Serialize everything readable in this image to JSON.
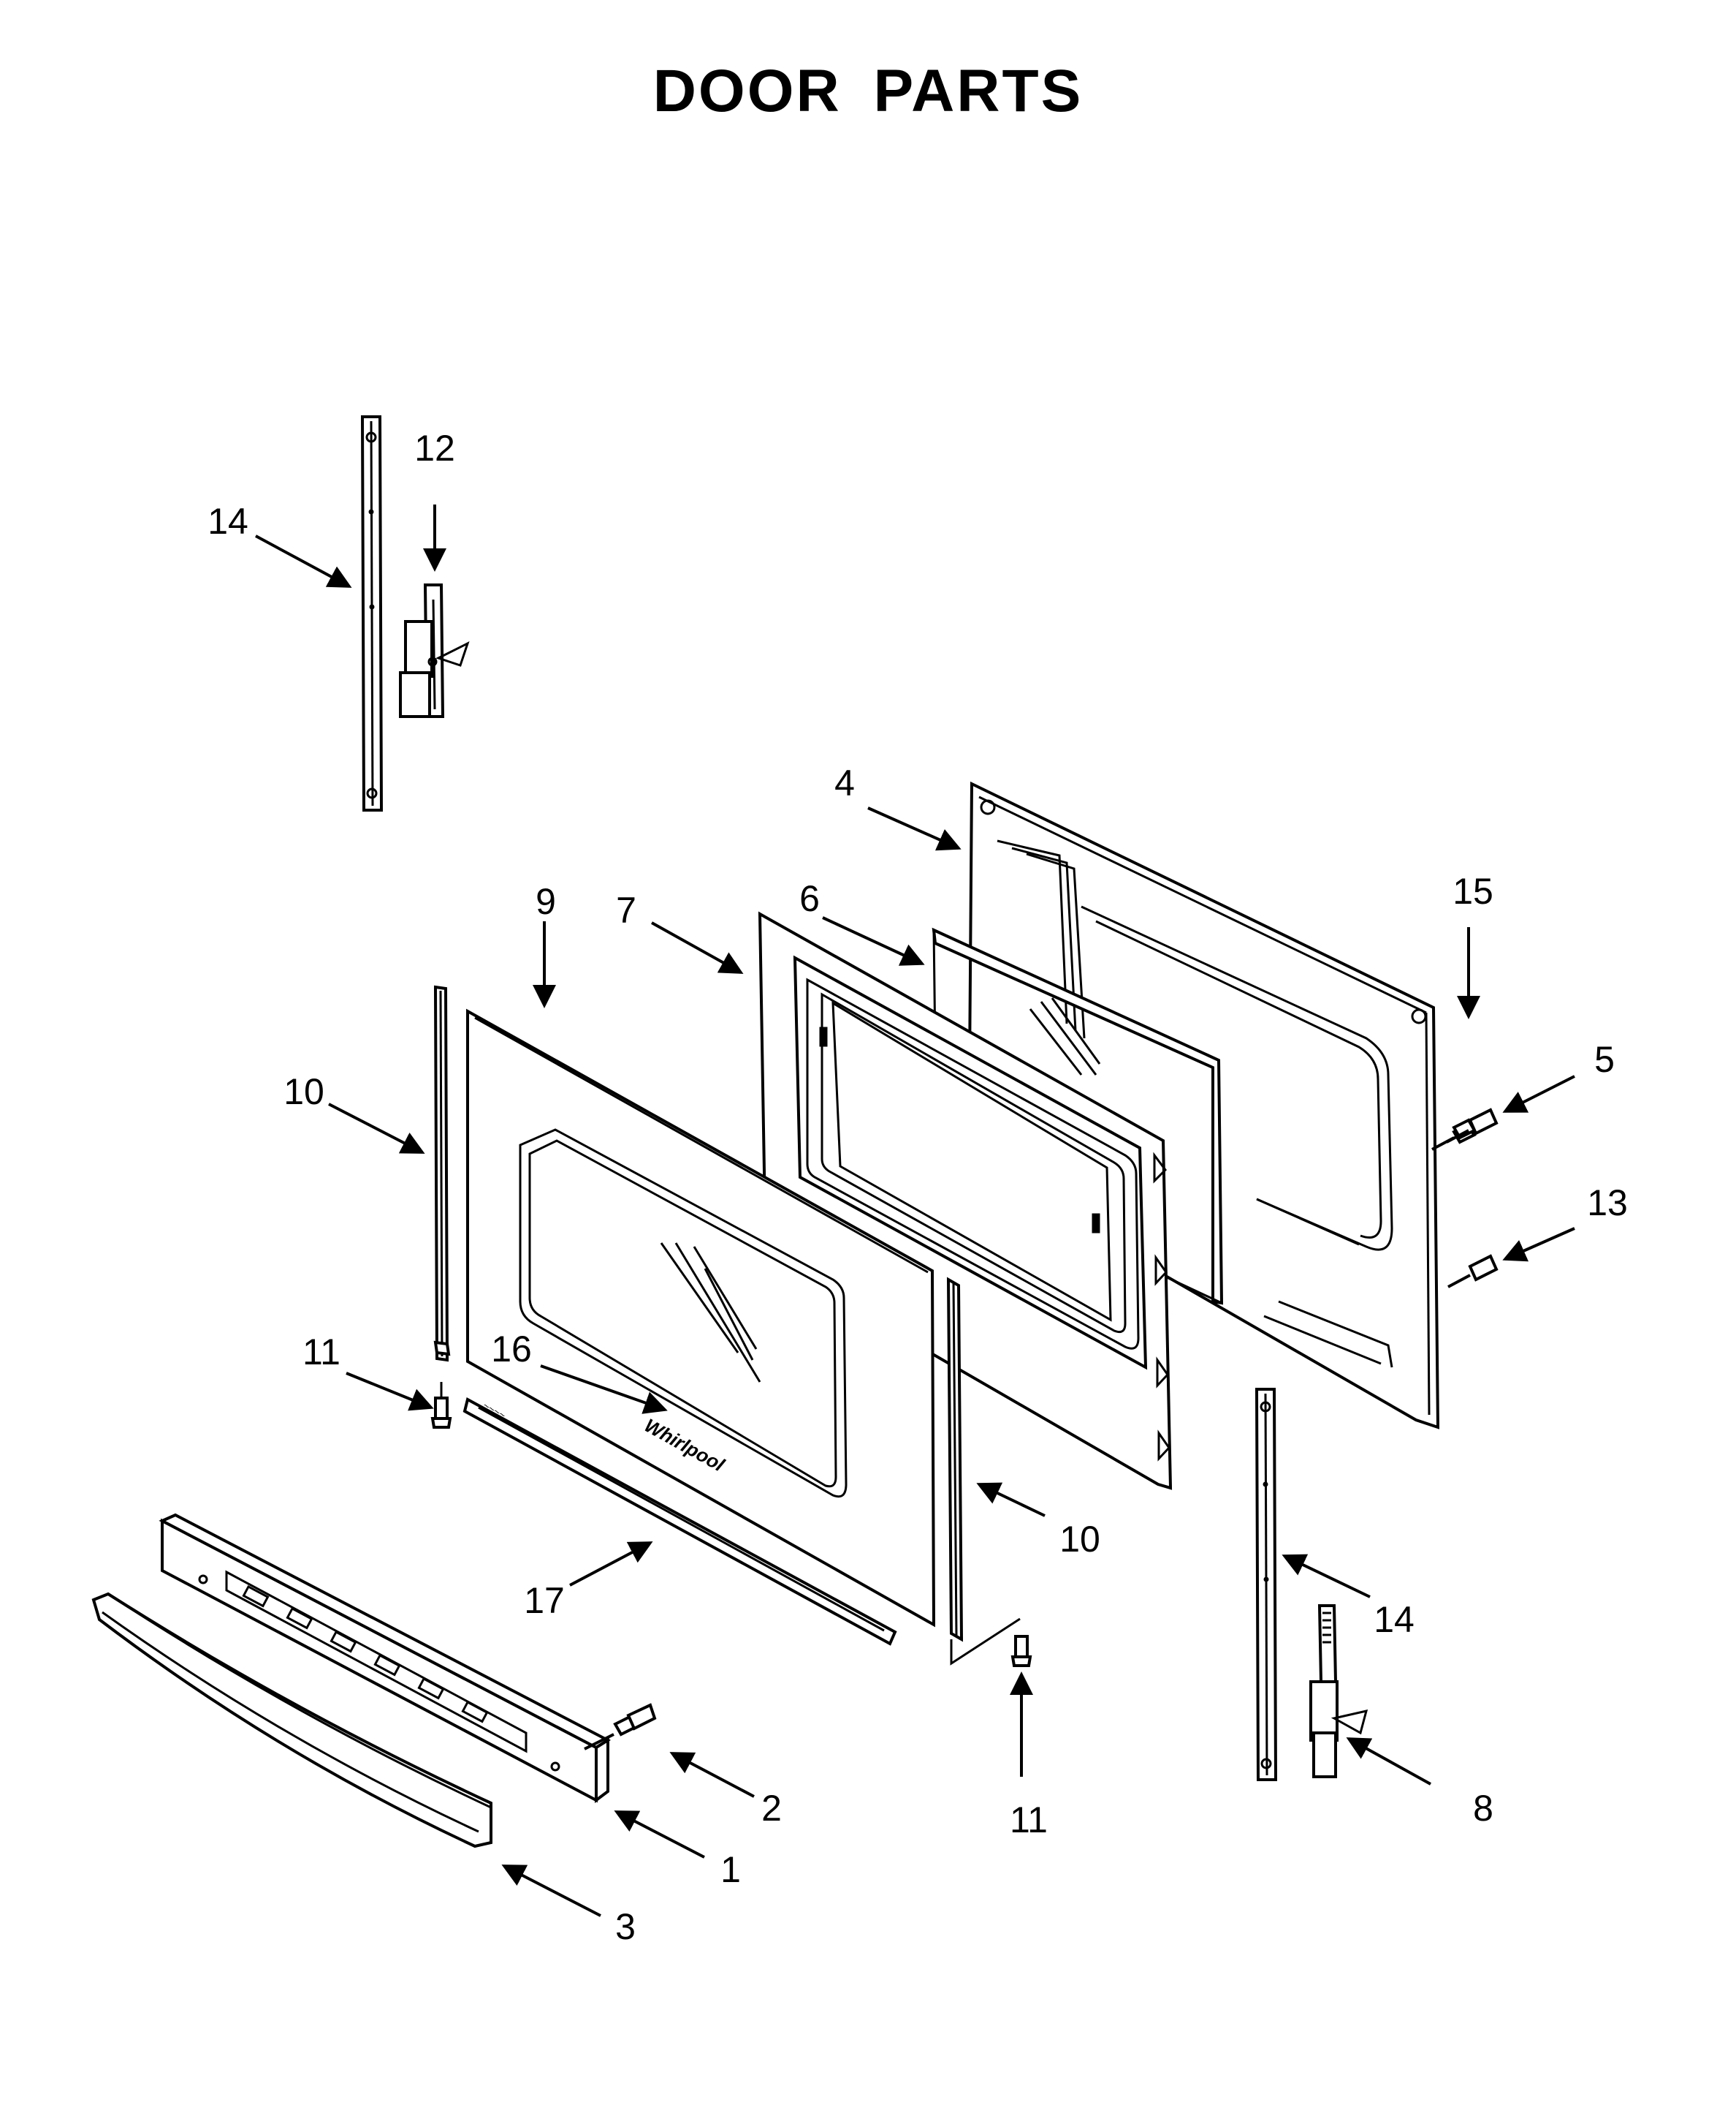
{
  "title": "DOOR PARTS",
  "callouts": [
    {
      "id": "c1",
      "label": "1"
    },
    {
      "id": "c2",
      "label": "2"
    },
    {
      "id": "c3",
      "label": "3"
    },
    {
      "id": "c4",
      "label": "4"
    },
    {
      "id": "c5",
      "label": "5"
    },
    {
      "id": "c6",
      "label": "6"
    },
    {
      "id": "c7",
      "label": "7"
    },
    {
      "id": "c8",
      "label": "8"
    },
    {
      "id": "c9",
      "label": "9"
    },
    {
      "id": "c10a",
      "label": "10"
    },
    {
      "id": "c10b",
      "label": "10"
    },
    {
      "id": "c11a",
      "label": "11"
    },
    {
      "id": "c11b",
      "label": "11"
    },
    {
      "id": "c12",
      "label": "12"
    },
    {
      "id": "c13",
      "label": "13"
    },
    {
      "id": "c14a",
      "label": "14"
    },
    {
      "id": "c14b",
      "label": "14"
    },
    {
      "id": "c15",
      "label": "15"
    },
    {
      "id": "c16",
      "label": "16"
    },
    {
      "id": "c17",
      "label": "17"
    }
  ],
  "logo_text": "Whirlpool"
}
